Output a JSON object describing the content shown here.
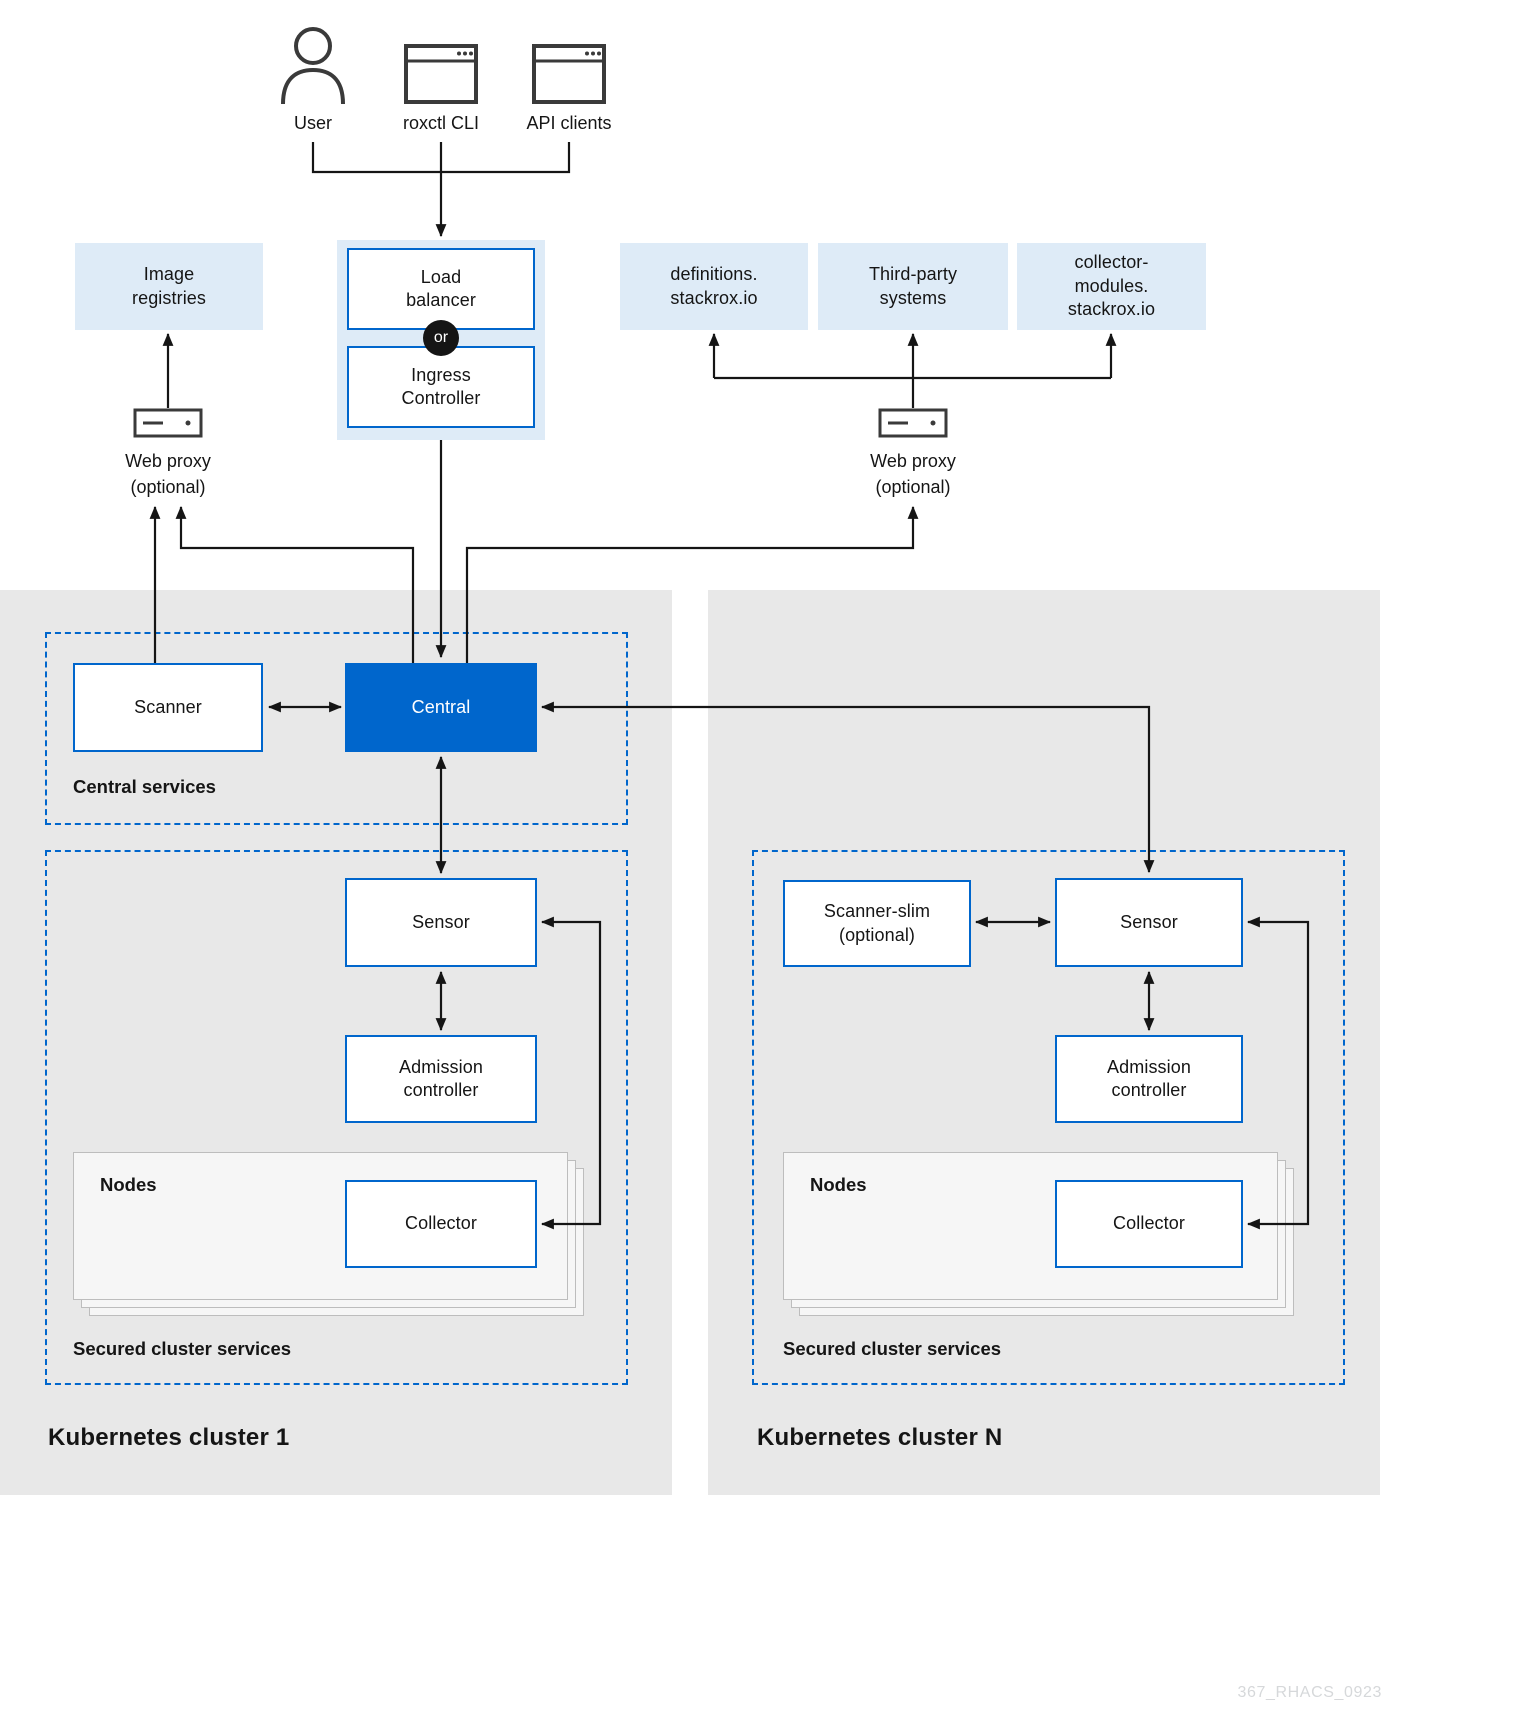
{
  "colors": {
    "accent_blue": "#0066cc",
    "light_blue_fill": "#deebf7",
    "region_gray": "#e8e8e8",
    "line_black": "#151515"
  },
  "actors": {
    "user": "User",
    "roxctl_cli": "roxctl CLI",
    "api_clients": "API clients"
  },
  "gateway": {
    "load_balancer": "Load\nbalancer",
    "or": "or",
    "ingress_controller": "Ingress\nController"
  },
  "external": {
    "image_registries": "Image\nregistries",
    "definitions": "definitions.\nstackrox.io",
    "third_party": "Third-party\nsystems",
    "collector_modules": "collector-\nmodules.\nstackrox.io",
    "web_proxy_left": "Web proxy\n(optional)",
    "web_proxy_right": "Web proxy\n(optional)"
  },
  "cluster1": {
    "central_services_label": "Central services",
    "scanner": "Scanner",
    "central": "Central",
    "sensor": "Sensor",
    "admission_controller": "Admission\ncontroller",
    "nodes_label": "Nodes",
    "collector": "Collector",
    "secured_services_label": "Secured cluster services",
    "title": "Kubernetes cluster 1"
  },
  "clusterN": {
    "scanner_slim": "Scanner-slim\n(optional)",
    "sensor": "Sensor",
    "admission_controller": "Admission\ncontroller",
    "nodes_label": "Nodes",
    "collector": "Collector",
    "secured_services_label": "Secured cluster services",
    "title": "Kubernetes cluster N"
  },
  "watermark": "367_RHACS_0923"
}
